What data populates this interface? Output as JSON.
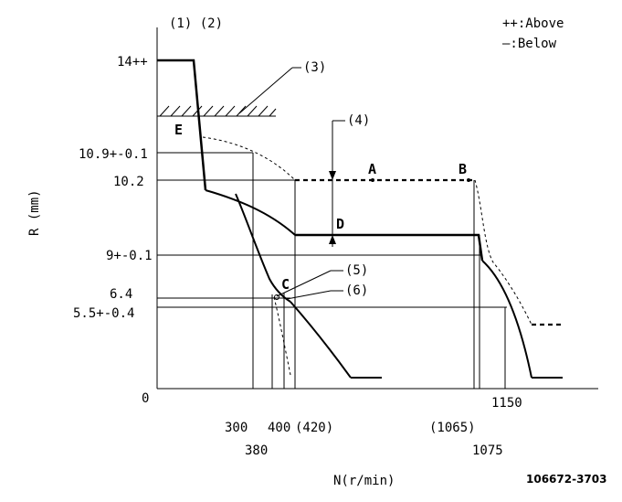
{
  "header": {
    "curve_ids": "(1) (2)",
    "legend_above": "++:Above",
    "legend_below": "—:Below"
  },
  "y_axis": {
    "label": "R (mm)",
    "ticks": [
      "14++",
      "10.9+-0.1",
      "10.2",
      "9+-0.1",
      "6.4",
      "5.5+-0.4",
      "0"
    ]
  },
  "x_axis": {
    "label": "N(r/min)",
    "ticks": [
      "300",
      "380",
      "400",
      "(420)",
      "(1065)",
      "1075",
      "1150"
    ]
  },
  "callouts": {
    "c3": "(3)",
    "c4": "(4)",
    "c5": "(5)",
    "c6": "(6)"
  },
  "points": {
    "A": "A",
    "B": "B",
    "C": "C",
    "D": "D",
    "E": "E"
  },
  "figure_code": "106672-3703"
}
